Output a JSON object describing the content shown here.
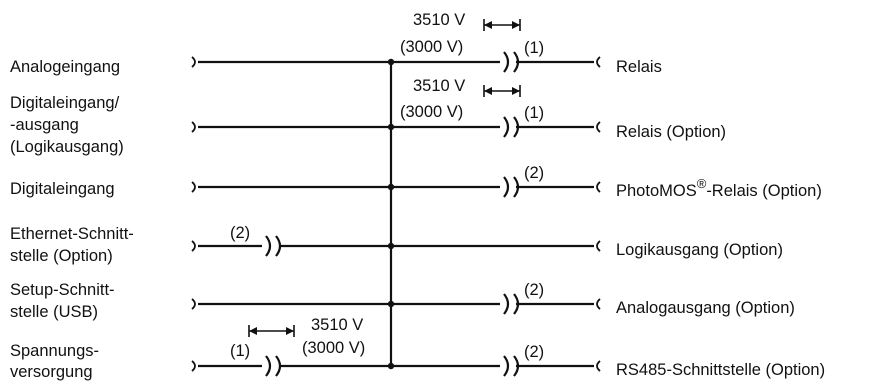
{
  "rows": [
    {
      "id": "analog-in",
      "left_label": [
        "Analogeingang"
      ],
      "right_label": "Relais",
      "right_gap": "(1)",
      "right_voltage": [
        "3510 V",
        "(3000 V)"
      ]
    },
    {
      "id": "digital-io",
      "left_label": [
        "Digitaleingang/",
        "-ausgang",
        "(Logikausgang)"
      ],
      "right_label": "Relais (Option)",
      "right_gap": "(1)",
      "right_voltage": [
        "3510 V",
        "(3000 V)"
      ]
    },
    {
      "id": "digital-in",
      "left_label": [
        "Digitaleingang"
      ],
      "right_label_main": "PhotoMOS",
      "right_label_sup": "®",
      "right_label_rest": "-Relais (Option)",
      "right_gap": "(2)"
    },
    {
      "id": "ethernet",
      "left_label": [
        "Ethernet-Schnitt-",
        "stelle (Option)"
      ],
      "left_gap": "(2)",
      "right_label": "Logikausgang (Option)"
    },
    {
      "id": "setup",
      "left_label": [
        "Setup-Schnitt-",
        "stelle (USB)"
      ],
      "right_label": "Analogausgang (Option)",
      "right_gap": "(2)"
    },
    {
      "id": "power",
      "left_label": [
        "Spannungs-",
        "versorgung"
      ],
      "left_gap": "(1)",
      "left_voltage": [
        "3510 V",
        "(3000 V)"
      ],
      "right_label": "RS485-Schnittstelle (Option)",
      "right_gap": "(2)"
    }
  ]
}
